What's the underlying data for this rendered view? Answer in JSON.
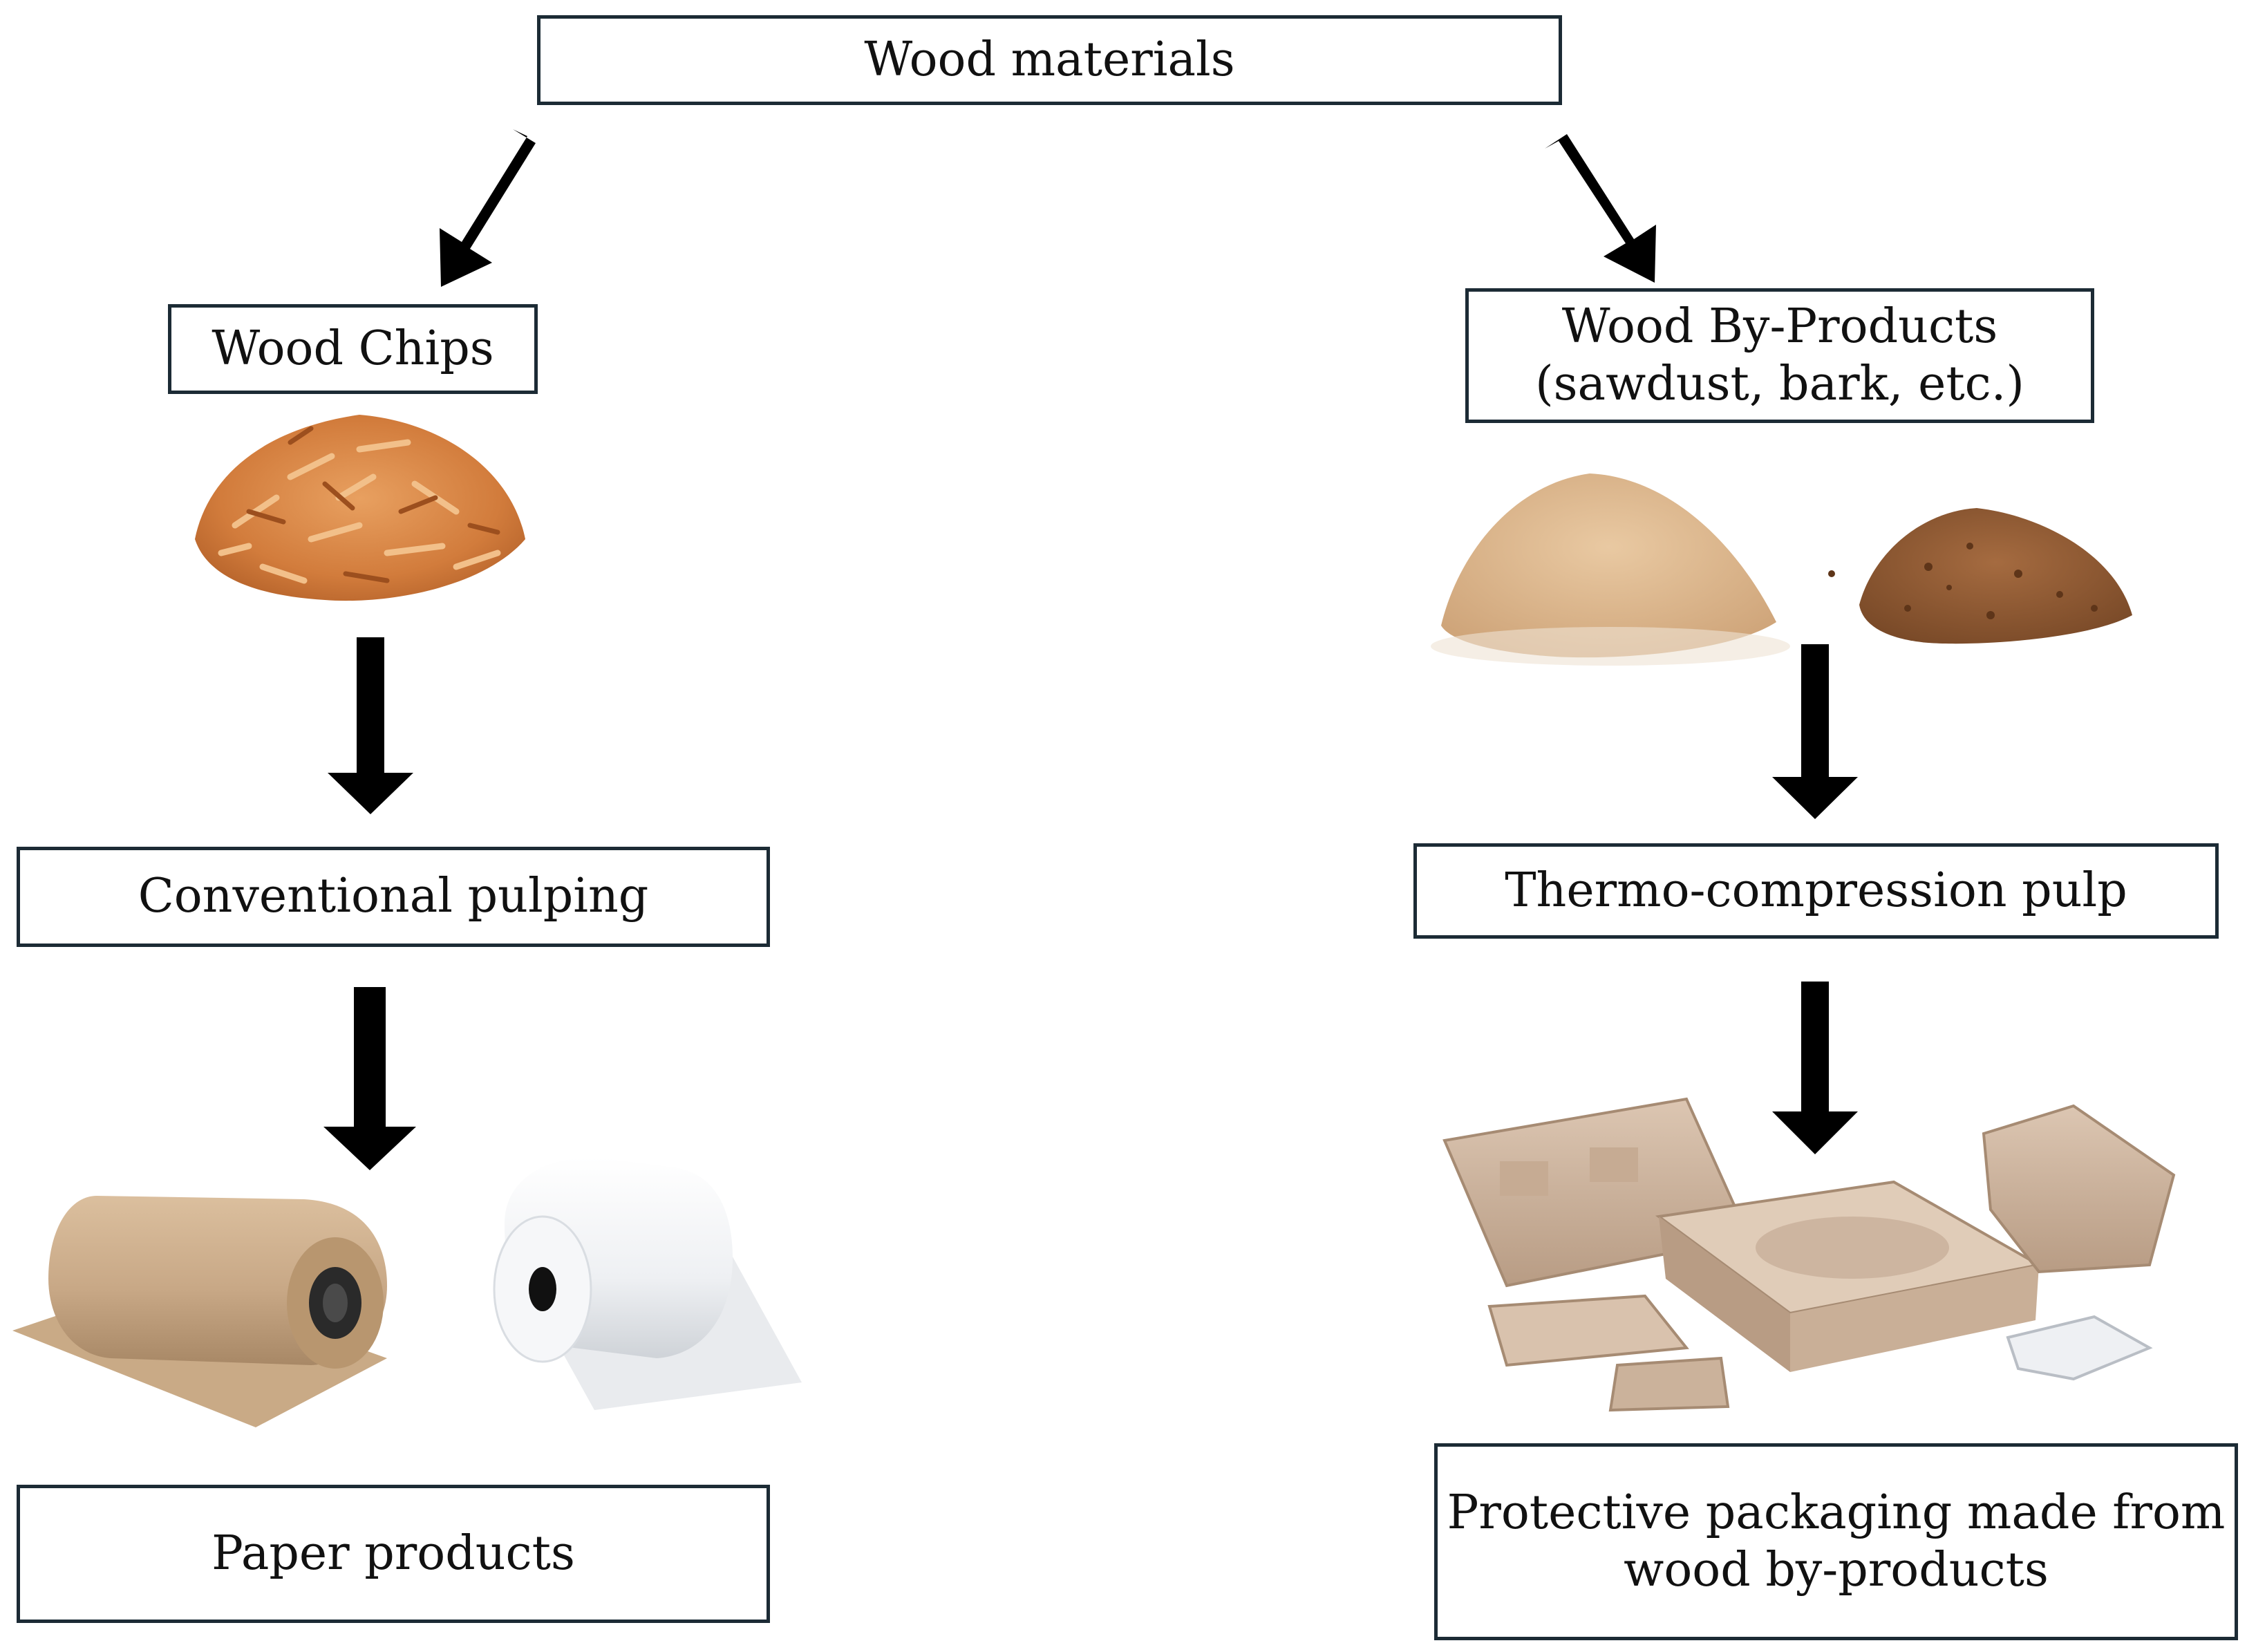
{
  "diagram": {
    "root": {
      "label": "Wood materials"
    },
    "left_branch": {
      "source": {
        "label": "Wood Chips",
        "image_icon": "wood-chips-pile"
      },
      "process": {
        "label": "Conventional pulping"
      },
      "product": {
        "label": "Paper products",
        "image_icon": "paper-rolls"
      }
    },
    "right_branch": {
      "source": {
        "line1": "Wood By-Products",
        "line2": "(sawdust, bark, etc.)",
        "image_icon": "sawdust-and-bark-piles"
      },
      "process": {
        "label": "Thermo-compression pulp"
      },
      "product": {
        "line1": "Protective packaging made from",
        "line2": "wood by-products",
        "image_icon": "molded-pulp-packaging"
      }
    },
    "colors": {
      "box_border": "#1c2b35",
      "arrow": "#000000",
      "kraft_paper": "#c8a886",
      "white_paper": "#eef0f3",
      "pulp": "#cdb5a0"
    }
  }
}
